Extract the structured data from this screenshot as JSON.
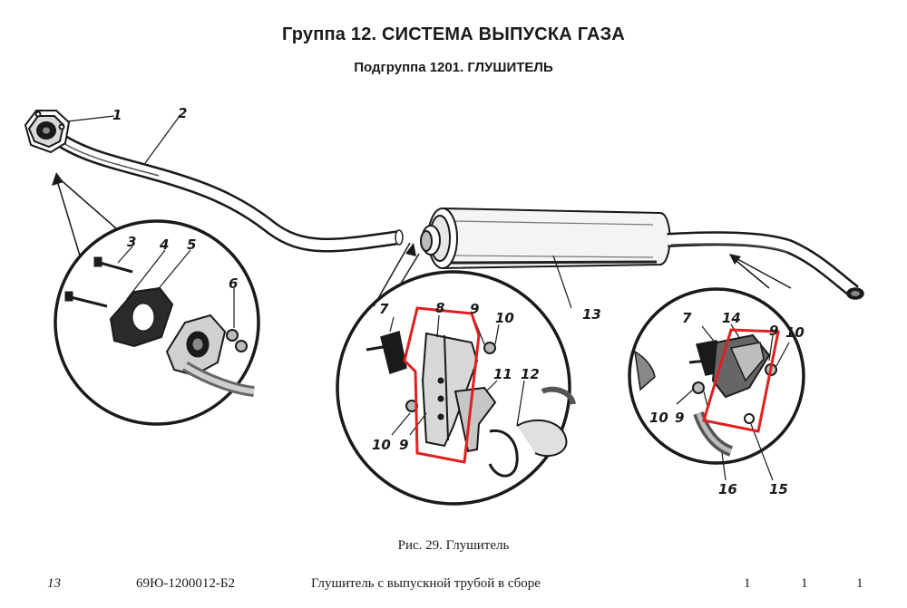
{
  "header": {
    "group_title": "Группа 12. СИСТЕМА ВЫПУСКА ГАЗА",
    "subgroup_title": "Подгруппа 1201. ГЛУШИТЕЛЬ"
  },
  "figure": {
    "callouts": {
      "c1": "1",
      "c2": "2",
      "c3": "3",
      "c4": "4",
      "c5": "5",
      "c6": "6",
      "c13": "13",
      "m7": "7",
      "m8": "8",
      "m9a": "9",
      "m10a": "10",
      "m11": "11",
      "m12": "12",
      "m10b": "10",
      "m9b": "9",
      "r7": "7",
      "r14": "14",
      "r9a": "9",
      "r10a": "10",
      "r10b": "10",
      "r9b": "9",
      "r16": "16",
      "r15": "15"
    },
    "highlight_color": "#e02020"
  },
  "caption": "Рис.  29.  Глушитель",
  "spec_row": {
    "position": "13",
    "code": "69Ю-1200012-Б2",
    "description": "Глушитель с выпускной трубой в сборе",
    "qty1": "1",
    "qty2": "1",
    "qty3": "1"
  }
}
